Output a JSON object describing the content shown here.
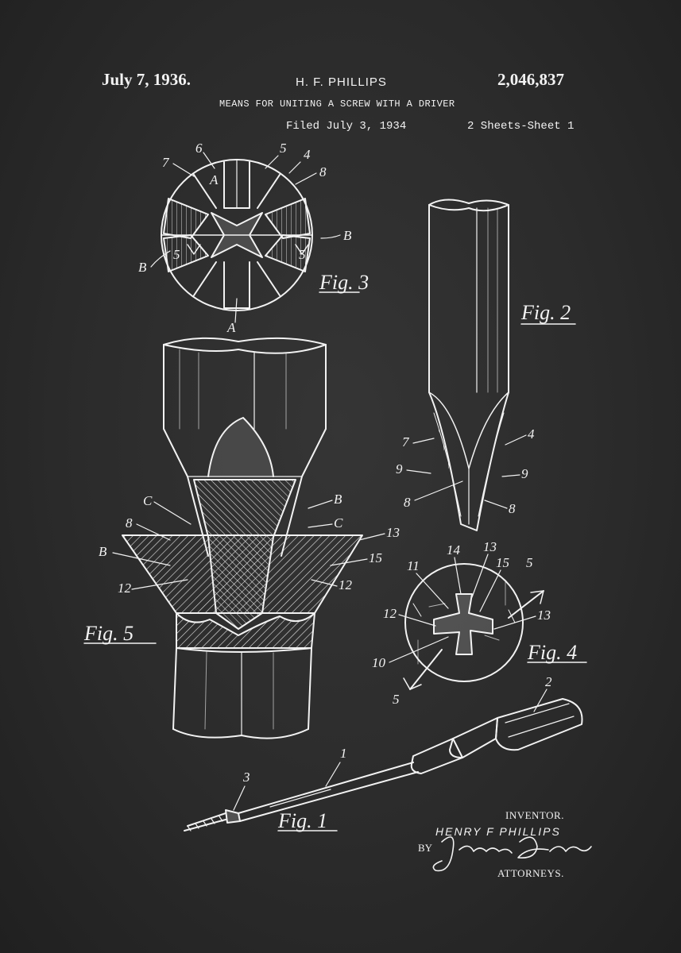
{
  "header": {
    "date": "July 7, 1936.",
    "inventor": "H. F. PHILLIPS",
    "patent_number": "2,046,837",
    "title": "MEANS FOR UNITING A SCREW WITH A DRIVER",
    "filed": "Filed July 3, 1934",
    "sheets": "2 Sheets-Sheet 1"
  },
  "figures": {
    "fig1": "Fig. 1",
    "fig2": "Fig. 2",
    "fig3": "Fig. 3",
    "fig4": "Fig. 4",
    "fig5": "Fig. 5"
  },
  "refs": {
    "fig3": [
      "7",
      "6",
      "5",
      "4",
      "8",
      "A",
      "B",
      "5",
      "5",
      "B",
      "A"
    ],
    "fig2": [
      "7",
      "4",
      "9",
      "9",
      "8",
      "8"
    ],
    "fig5": [
      "C",
      "B",
      "8",
      "C",
      "B",
      "13",
      "15",
      "12",
      "12"
    ],
    "fig4": [
      "11",
      "14",
      "13",
      "15",
      "5",
      "12",
      "13",
      "10",
      "5"
    ],
    "fig1": [
      "2",
      "1",
      "3"
    ]
  },
  "signature": {
    "inventor_label": "INVENTOR.",
    "inventor_name": "HENRY F PHILLIPS",
    "by": "BY",
    "attorney_signature": "James D. Givnan",
    "attorneys_label": "ATTORNEYS."
  },
  "colors": {
    "background": "#2b2b2b",
    "ink": "#f2f2f2"
  }
}
